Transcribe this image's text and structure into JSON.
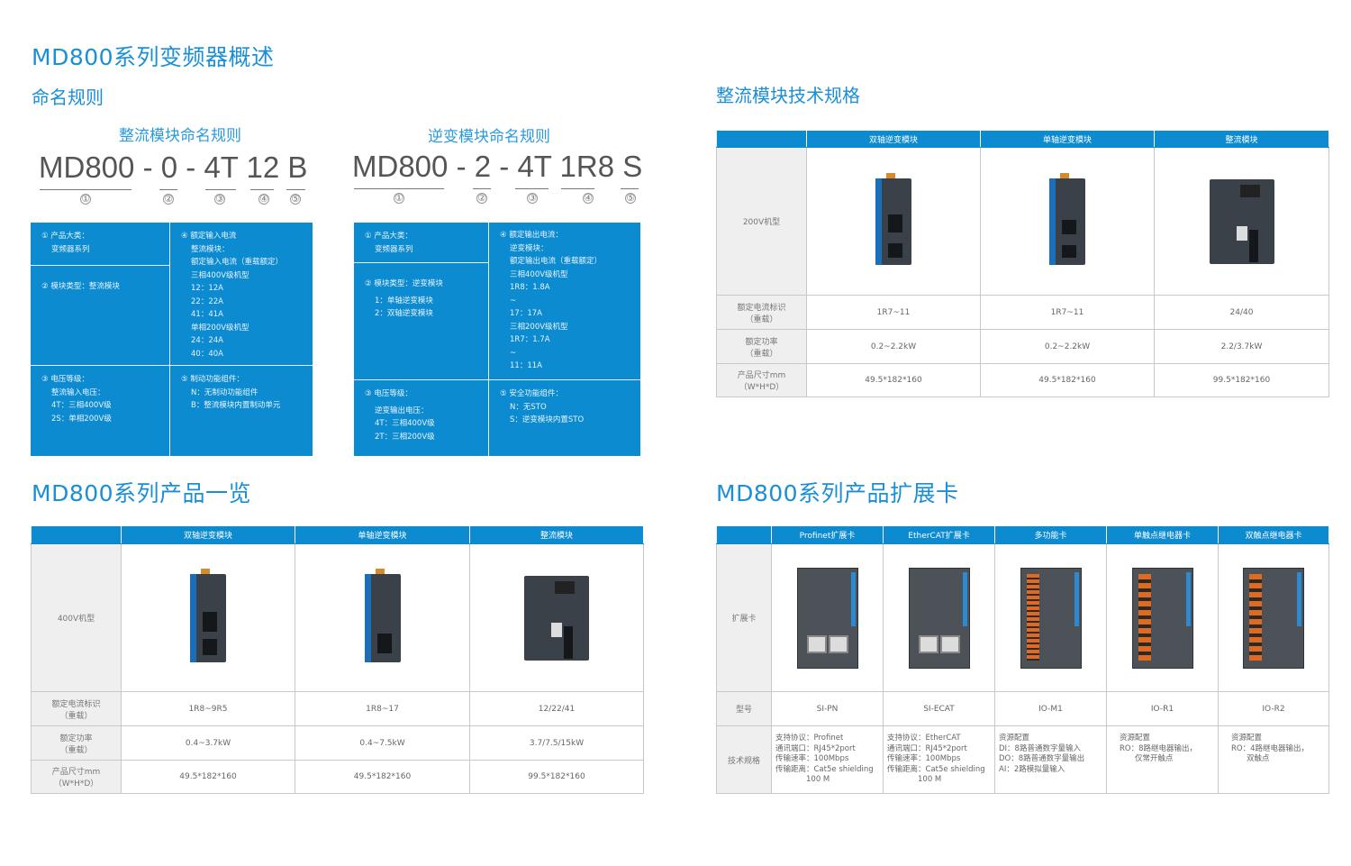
{
  "titles": {
    "overview": "MD800系列变频器概述",
    "naming": "命名规则",
    "rect_spec": "整流模块技术规格",
    "product_list": "MD800系列产品一览",
    "ext_cards": "MD800系列产品扩展卡"
  },
  "rect_naming": {
    "title": "整流模块命名规则",
    "parts": [
      "MD800",
      "-",
      "0",
      "-",
      "4T",
      "12",
      "B"
    ],
    "nums": [
      "①",
      "②",
      "③",
      "④",
      "⑤"
    ],
    "box": {
      "c1": [
        "① 产品大类：",
        "变频器系列"
      ],
      "c2": [
        "② 模块类型：整流模块"
      ],
      "c3": [
        "③ 电压等级：",
        "整流输入电压：",
        "4T：三相400V级",
        "2S：单相200V级"
      ],
      "c4": [
        "④ 额定输入电流",
        "整流模块：",
        "额定输入电流（重载额定）",
        "三相400V级机型",
        "12：12A",
        "22：22A",
        "41：41A",
        "单相200V级机型",
        "24：24A",
        "40：40A"
      ],
      "c5": [
        "⑤ 制动功能组件：",
        "N：无制动功能组件",
        "B：整流模块内置制动单元"
      ]
    }
  },
  "inv_naming": {
    "title": "逆变模块命名规则",
    "parts": [
      "MD800",
      "-",
      "2",
      "-",
      "4T",
      "1R8",
      "S"
    ],
    "nums": [
      "①",
      "②",
      "③",
      "④",
      "⑤"
    ],
    "box": {
      "c1": [
        "① 产品大类：",
        "变频器系列"
      ],
      "c2": [
        "② 模块类型：逆变模块",
        "1：单轴逆变模块",
        "2：双轴逆变模块"
      ],
      "c3": [
        "③ 电压等级：",
        "逆变输出电压：",
        "4T：三相400V级",
        "2T：三相200V级"
      ],
      "c4": [
        "④ 额定输出电流：",
        "逆变模块：",
        "额定输出电流（重载额定）",
        "三相400V级机型",
        "1R8：1.8A",
        "~",
        "17：17A",
        "三相200V级机型",
        "1R7：1.7A",
        "~",
        "11：11A"
      ],
      "c5": [
        "⑤ 安全功能组件：",
        "N：无STO",
        "S：逆变模块内置STO"
      ]
    }
  },
  "spec200": {
    "headers": [
      "双轴逆变模块",
      "单轴逆变模块",
      "整流模块"
    ],
    "model_label": "200V机型",
    "rows": [
      {
        "label": [
          "额定电流标识",
          "（重载）"
        ],
        "vals": [
          "1R7~11",
          "1R7~11",
          "24/40"
        ]
      },
      {
        "label": [
          "额定功率",
          "（重载）"
        ],
        "vals": [
          "0.2~2.2kW",
          "0.2~2.2kW",
          "2.2/3.7kW"
        ]
      },
      {
        "label": [
          "产品尺寸mm",
          "（W*H*D）"
        ],
        "vals": [
          "49.5*182*160",
          "49.5*182*160",
          "99.5*182*160"
        ]
      }
    ]
  },
  "spec400": {
    "headers": [
      "双轴逆变模块",
      "单轴逆变模块",
      "整流模块"
    ],
    "model_label": "400V机型",
    "rows": [
      {
        "label": [
          "额定电流标识",
          "（重载）"
        ],
        "vals": [
          "1R8~9R5",
          "1R8~17",
          "12/22/41"
        ]
      },
      {
        "label": [
          "额定功率",
          "（重载）"
        ],
        "vals": [
          "0.4~3.7kW",
          "0.4~7.5kW",
          "3.7/7.5/15kW"
        ]
      },
      {
        "label": [
          "产品尺寸mm",
          "（W*H*D）"
        ],
        "vals": [
          "49.5*182*160",
          "49.5*182*160",
          "99.5*182*160"
        ]
      }
    ]
  },
  "cards": {
    "headers": [
      "Profinet扩展卡",
      "EtherCAT扩展卡",
      "多功能卡",
      "单触点继电器卡",
      "双触点继电器卡"
    ],
    "img_label": "扩展卡",
    "model_label": "型号",
    "models": [
      "SI-PN",
      "SI-ECAT",
      "IO-M1",
      "IO-R1",
      "IO-R2"
    ],
    "spec_label": "技术规格",
    "specs": [
      [
        "支持协议：Profinet",
        "通讯端口：RJ45*2port",
        "传输速率：100Mbps",
        "传输距离：Cat5e shielding",
        "　　　　100 M"
      ],
      [
        "支持协议：EtherCAT",
        "通讯端口：RJ45*2port",
        "传输速率：100Mbps",
        "传输距离：Cat5e shielding",
        "　　　　100 M"
      ],
      [
        "资源配置",
        "DI：8路普通数字量输入",
        "DO：8路普通数字量输出",
        "AI：2路模拟量输入"
      ],
      [
        "资源配置",
        "RO：8路继电器输出，",
        "　　仅常开触点"
      ],
      [
        "资源配置",
        "RO：4路继电器输出，",
        "　　双触点"
      ]
    ]
  }
}
